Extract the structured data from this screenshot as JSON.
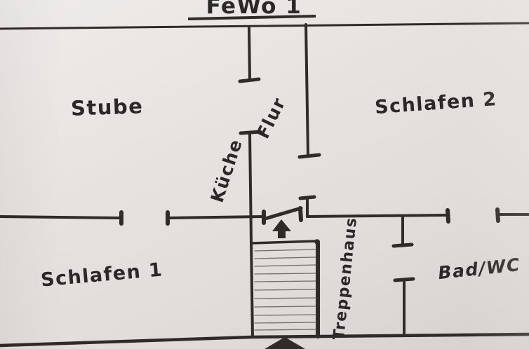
{
  "title": "FeWo 1",
  "rooms": {
    "stube": "Stube",
    "schlafen2": "Schlafen 2",
    "flur": "Flur",
    "kueche": "Küche",
    "schlafen1": "Schlafen 1",
    "treppenhaus": "Treppenhaus",
    "bad_wc": "Bad/WC"
  },
  "icons": {
    "entrance_arrow": "up-arrow",
    "hall_arrow": "up-arrow"
  },
  "colors": {
    "paper": "#e6e2df",
    "ink": "#2e2b28"
  }
}
